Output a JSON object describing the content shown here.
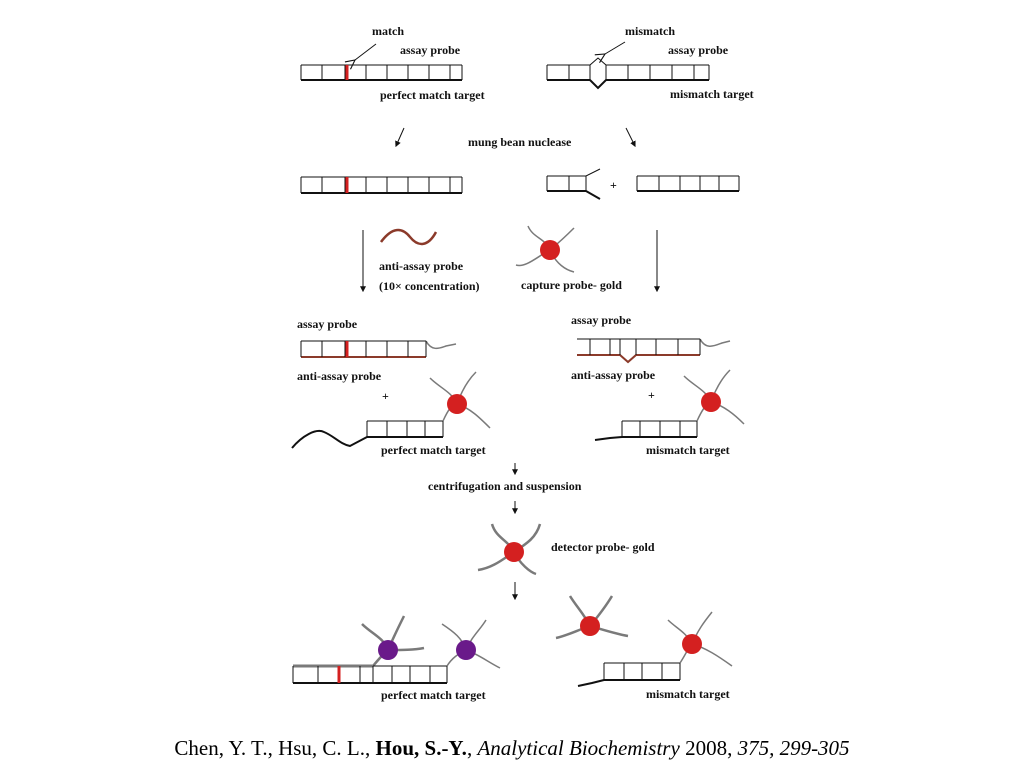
{
  "labels": {
    "match": "match",
    "mismatch": "mismatch",
    "assay_probe": "assay probe",
    "perfect_match_target": "perfect match target",
    "mismatch_target": "mismatch target",
    "mung_bean_nuclease": "mung bean nuclease",
    "plus": "+",
    "anti_assay_probe": "anti-assay probe",
    "concentration": "(10× concentration)",
    "capture_probe_gold": "capture probe- gold",
    "centrifugation": "centrifugation and suspension",
    "detector_probe_gold": "detector probe- gold"
  },
  "citation": {
    "authors": "Chen, Y. T., Hsu, C. L., ",
    "highlight_author": "Hou, S.-Y.",
    "sep": ", ",
    "journal": "Analytical Biochemistry",
    "year": " 2008, ",
    "volume_pages": "375, 299-305"
  },
  "colors": {
    "mismatch_mark": "#d42020",
    "gold_particle": "#d42020",
    "detector_bound": "#6a1a8a",
    "anti_assay_strand": "#8b3a2a",
    "strand": "#111111",
    "probe_arm": "#7a7a7a"
  }
}
